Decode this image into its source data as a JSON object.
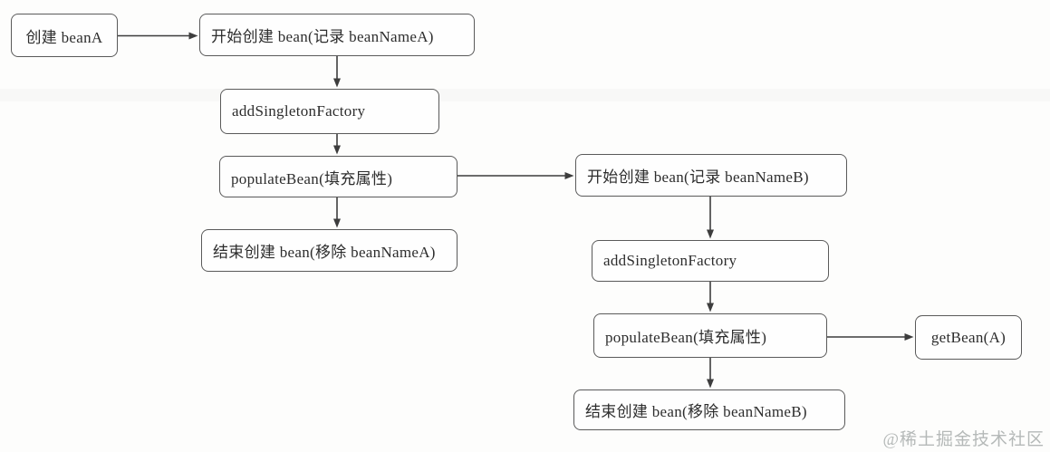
{
  "diagram": {
    "title_hint": "Spring bean circular dependency creation flow",
    "nodes": {
      "create_beanA": "创建 beanA",
      "a_start": "开始创建 bean(记录 beanNameA)",
      "a_add_singleton_factory": "addSingletonFactory",
      "a_populate_bean": "populateBean(填充属性)",
      "a_end": "结束创建 bean(移除 beanNameA)",
      "b_start": "开始创建 bean(记录 beanNameB)",
      "b_add_singleton_factory": "addSingletonFactory",
      "b_populate_bean": "populateBean(填充属性)",
      "b_end": "结束创建 bean(移除 beanNameB)",
      "get_bean_a": "getBean(A)"
    },
    "edges": [
      {
        "from": "create_beanA",
        "to": "a_start"
      },
      {
        "from": "a_start",
        "to": "a_add_singleton_factory"
      },
      {
        "from": "a_add_singleton_factory",
        "to": "a_populate_bean"
      },
      {
        "from": "a_populate_bean",
        "to": "a_end"
      },
      {
        "from": "a_populate_bean",
        "to": "b_start"
      },
      {
        "from": "b_start",
        "to": "b_add_singleton_factory"
      },
      {
        "from": "b_add_singleton_factory",
        "to": "b_populate_bean"
      },
      {
        "from": "b_populate_bean",
        "to": "b_end"
      },
      {
        "from": "b_populate_bean",
        "to": "get_bean_a"
      }
    ],
    "watermark": "@稀土掘金技术社区",
    "colors": {
      "background": "#fdfdfc",
      "node_border": "#5a5a5a",
      "node_text": "#2d2d2d",
      "arrow": "#3d3d3d",
      "watermark": "#b5b9b8"
    }
  }
}
